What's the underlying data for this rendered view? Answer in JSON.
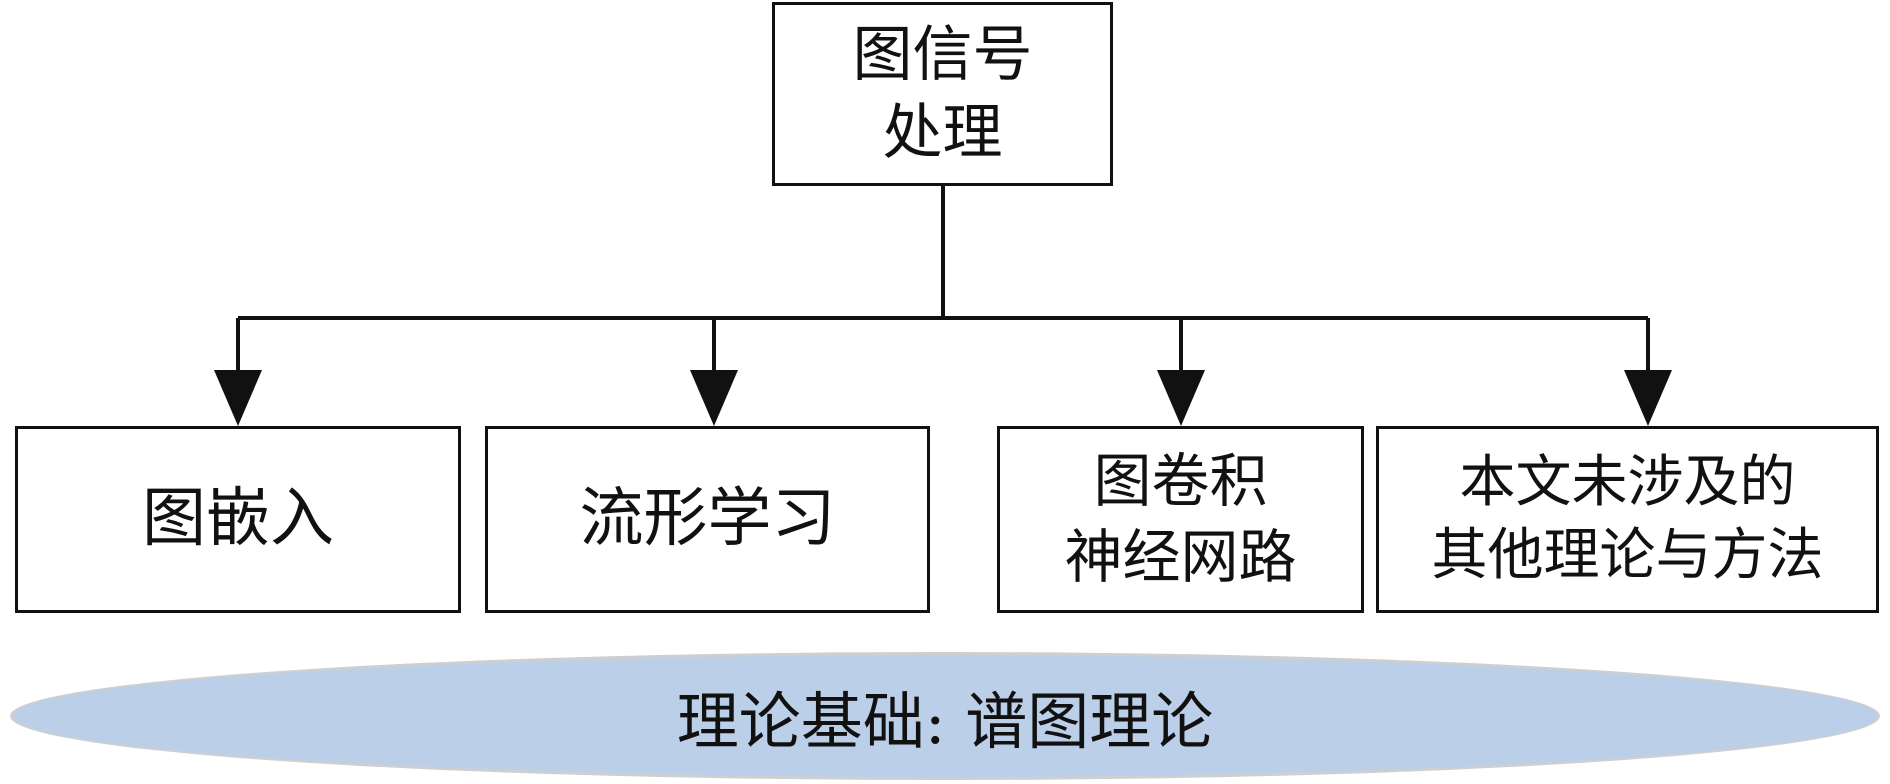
{
  "root": {
    "lines": [
      "图信号",
      "处理"
    ]
  },
  "branches": [
    {
      "lines": [
        "图嵌入"
      ]
    },
    {
      "lines": [
        "流形学习"
      ]
    },
    {
      "lines": [
        "图卷积",
        "神经网路"
      ]
    },
    {
      "lines": [
        "本文未涉及的",
        "其他理论与方法"
      ]
    }
  ],
  "foundation": {
    "label": "理论基础: 谱图理论"
  },
  "colors": {
    "line": "#111111",
    "foundation_fill": "#bccfe9",
    "foundation_border": "#cfcfcf"
  }
}
